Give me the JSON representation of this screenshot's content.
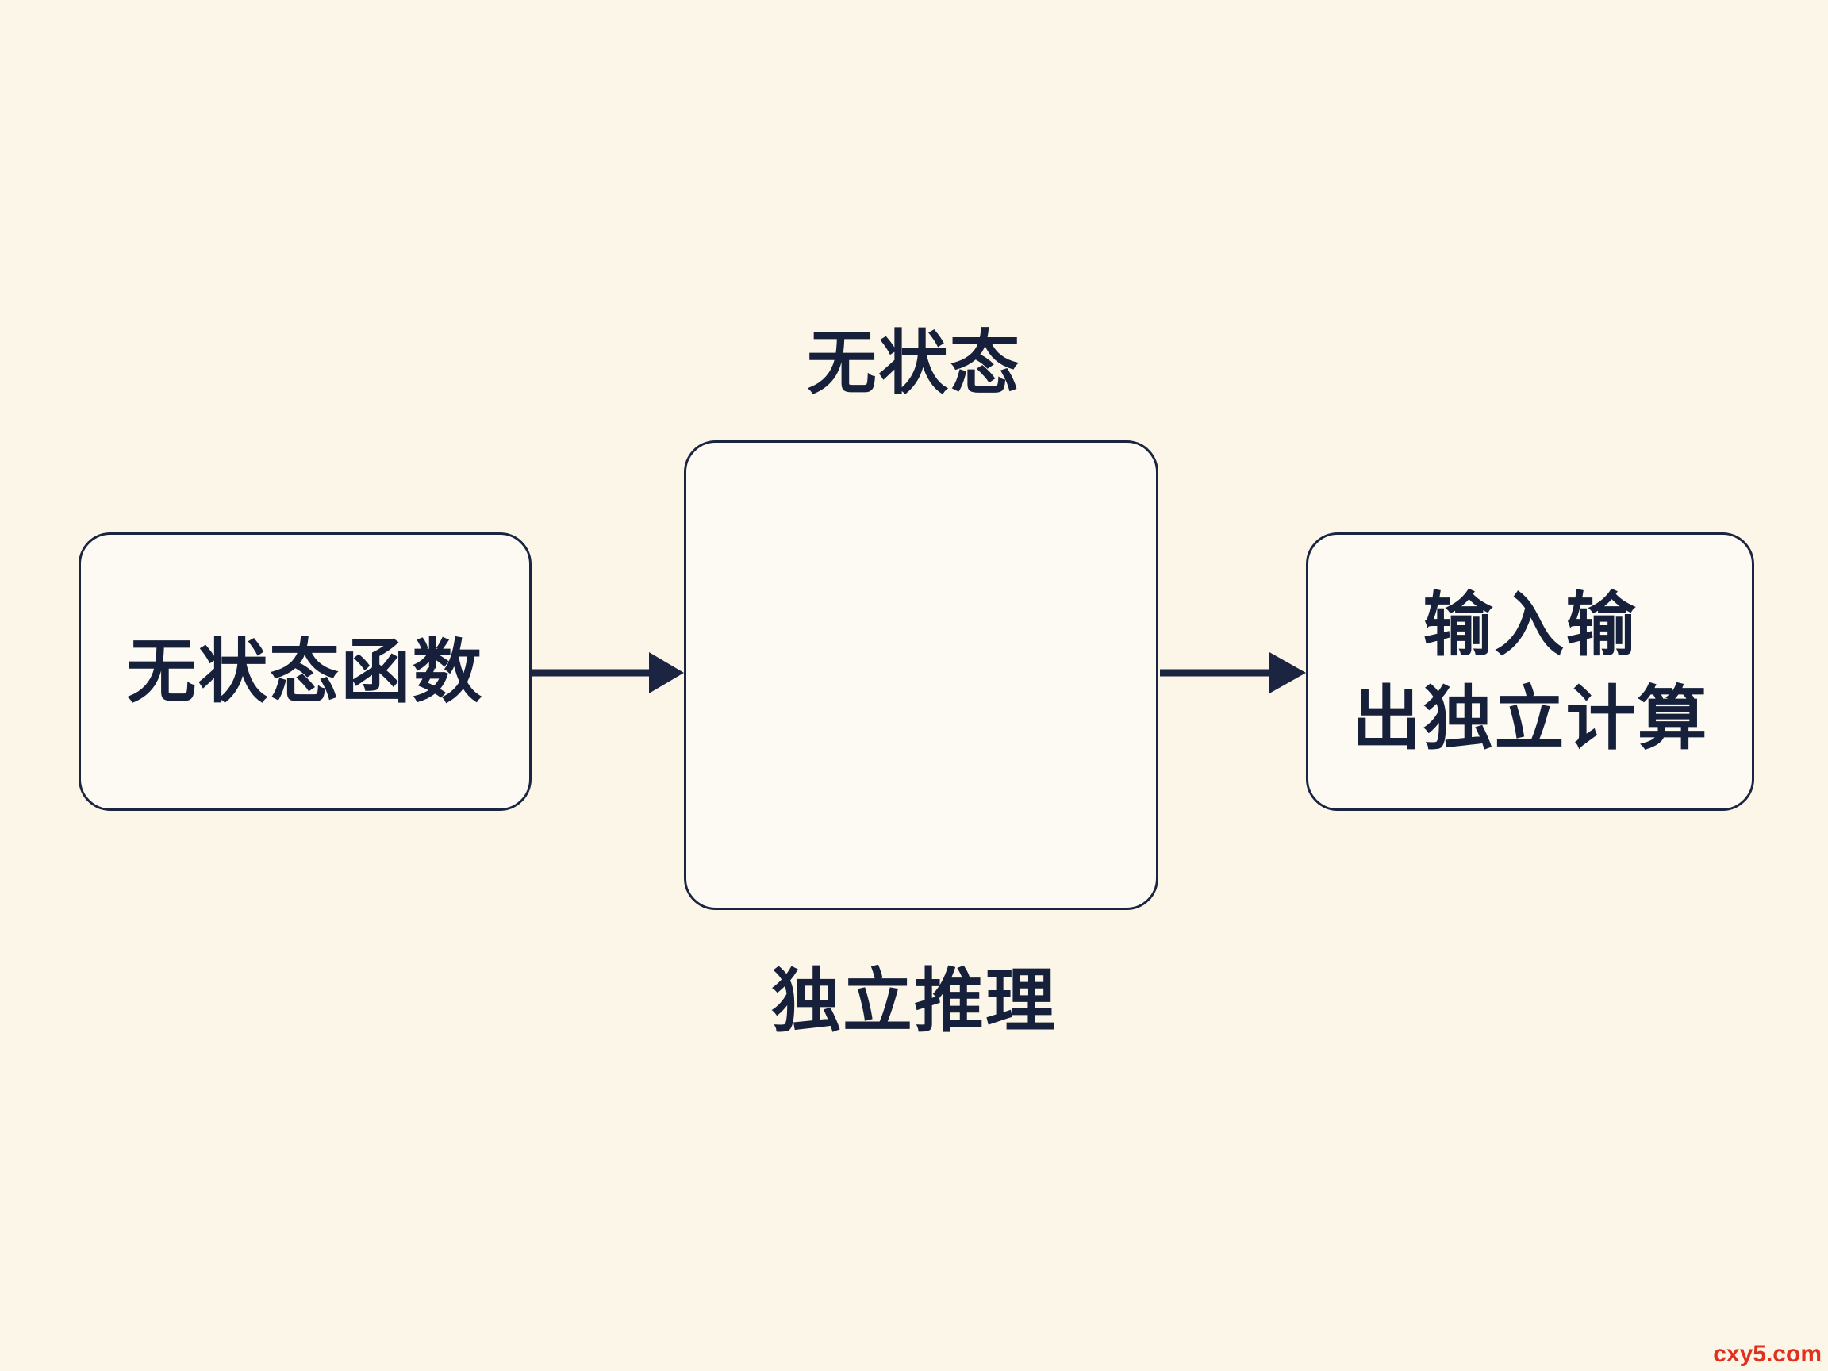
{
  "diagram": {
    "top_caption": "无状态",
    "bottom_caption": "独立推理",
    "left_box_label": "无状态函数",
    "center_box_label": "",
    "right_box_label_line1": "输入输",
    "right_box_label_line2": "出独立计算"
  },
  "watermark": "cxy5.com",
  "colors": {
    "background": "#fcf6e8",
    "stroke": "#1b2440",
    "text": "#16203a",
    "watermark": "#e0301e"
  }
}
